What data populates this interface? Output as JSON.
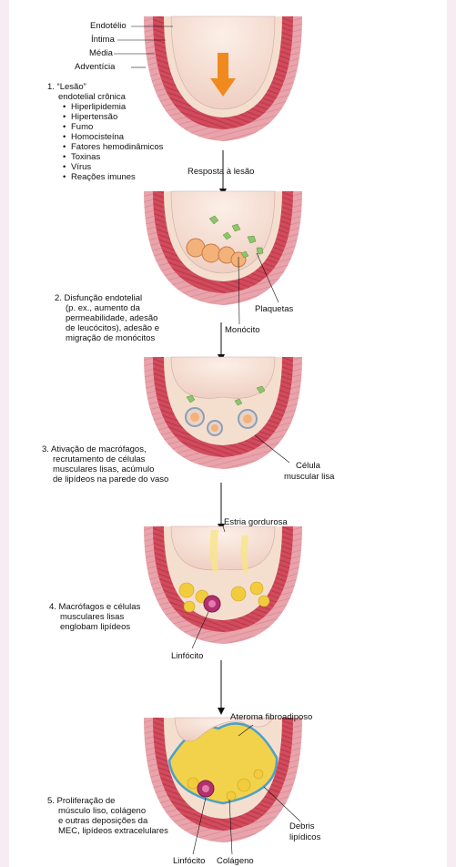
{
  "layer_labels": [
    "Endotélio",
    "Íntima",
    "Média",
    "Adventícia"
  ],
  "step1": {
    "title": "1. “Lesão”",
    "subtitle": "endotelial crônica",
    "causes": [
      "Hiperlipidemia",
      "Hipertensão",
      "Fumo",
      "Homocisteína",
      "Fatores hemodinâmicos",
      "Toxinas",
      "Vírus",
      "Reações imunes"
    ]
  },
  "transition1": "Resposta à lesão",
  "step2": {
    "lines": [
      "2. Disfunção endotelial",
      "(p. ex., aumento da",
      "permeabilidade, adesão",
      "de leucócitos), adesão e",
      "migração de monócitos"
    ],
    "callouts": {
      "platelets": "Plaquetas",
      "monocyte": "Monócito"
    }
  },
  "step3": {
    "lines": [
      "3. Ativação de macrófagos,",
      "recrutamento de células",
      "musculares lisas, acúmulo",
      "de lipídeos na parede do vaso"
    ],
    "callouts": {
      "smc_line1": "Célula",
      "smc_line2": "muscular lisa"
    }
  },
  "transition3": "Estria gordurosa",
  "step4": {
    "lines": [
      "4. Macrófagos e células",
      "musculares lisas",
      "englobam lipídeos"
    ],
    "callouts": {
      "lymphocyte": "Linfócito"
    }
  },
  "transition4": "Ateroma fibroadiposo",
  "step5": {
    "lines": [
      "5. Proliferação de",
      "músculo liso, colágeno",
      "e outras deposições da",
      "MEC, lipídeos extracelulares"
    ],
    "callouts": {
      "debris_line1": "Debris",
      "debris_line2": "lipídicos",
      "lymphocyte": "Linfócito",
      "collagen": "Colágeno"
    }
  },
  "colors": {
    "page_bg": "#f8ecf3",
    "adventitia": "#e9a3ab",
    "media": "#d24b5c",
    "intima": "#f4dfcf",
    "lumen": "#f7e3d8",
    "arrow_orange": "#f08a1e",
    "platelet_green": "#8fc46a",
    "monocyte_orange": "#f2b27a",
    "lipid_yellow": "#f2cc3c",
    "lymphocyte_magenta": "#b3306f"
  }
}
